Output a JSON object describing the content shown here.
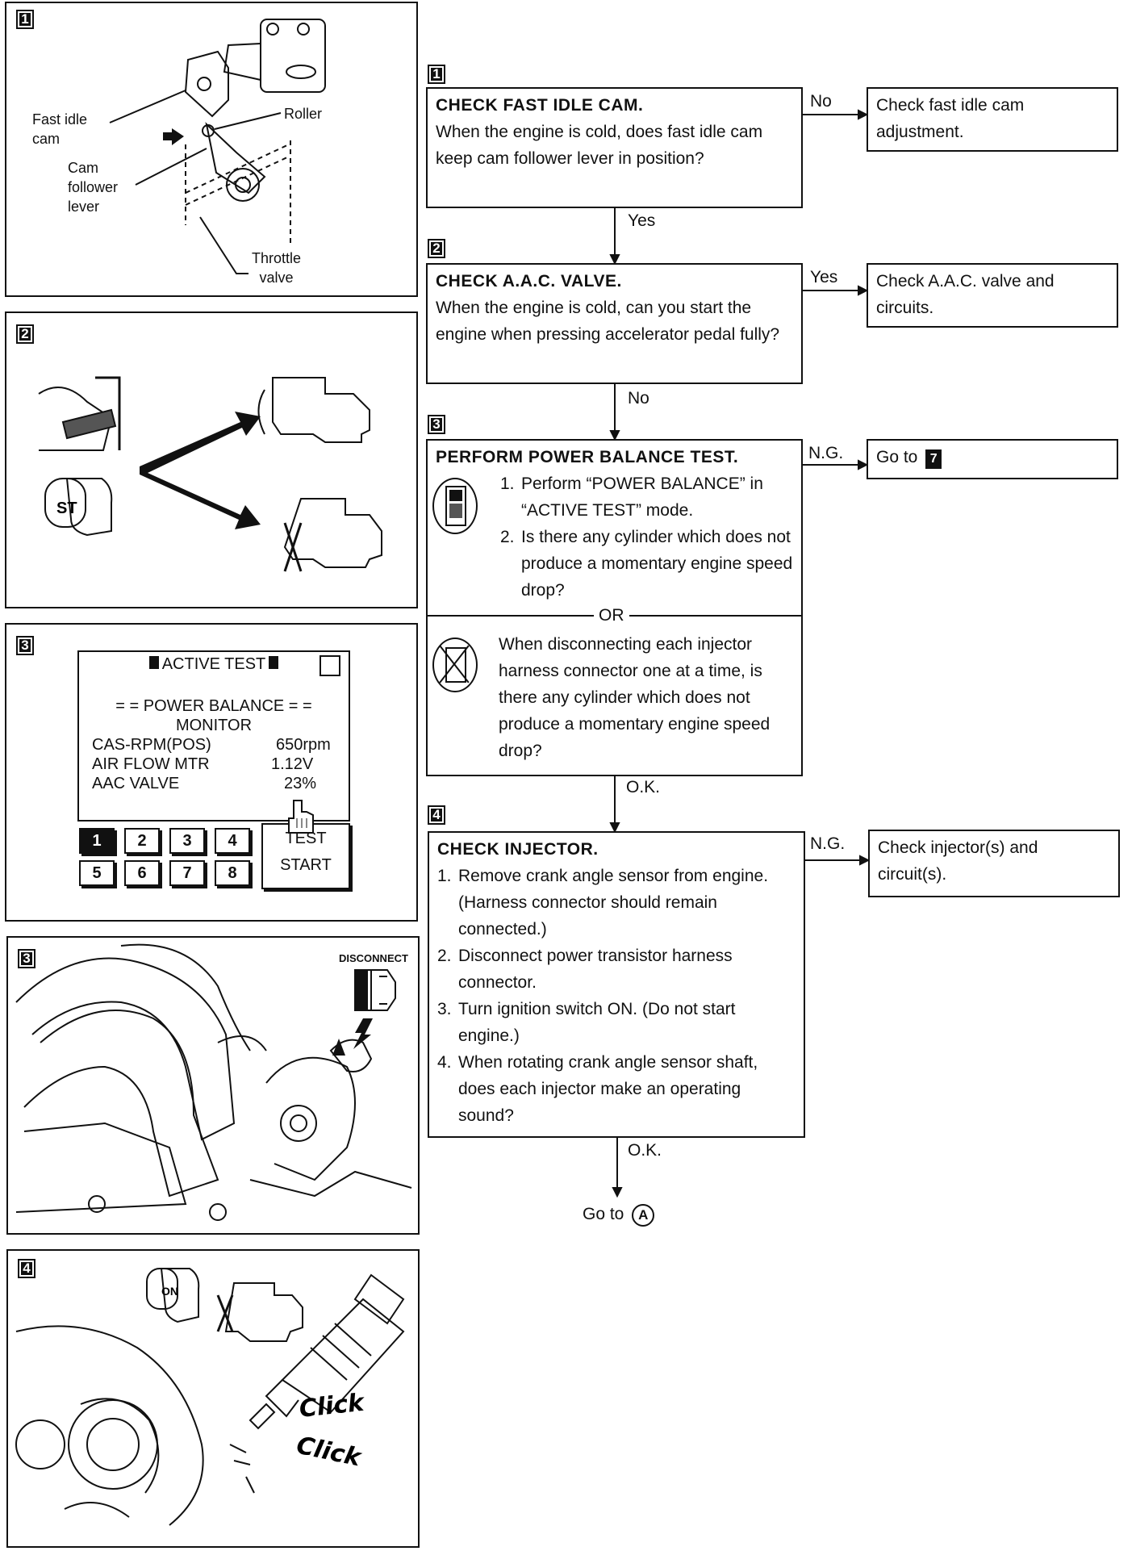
{
  "fig1": {
    "tag": "1",
    "fast_idle_cam": "Fast idle\ncam",
    "roller": "Roller",
    "cam_follower_lever": "Cam\nfollower\nlever",
    "throttle_valve": "Throttle\nvalve"
  },
  "fig2": {
    "tag": "2",
    "key_label": "ST"
  },
  "fig3": {
    "tag": "3",
    "header": "ACTIVE TEST",
    "line1": "= = POWER BALANCE = =",
    "line2": "MONITOR",
    "rows": [
      {
        "name": "CAS-RPM(POS)",
        "value": "650rpm"
      },
      {
        "name": "AIR FLOW MTR",
        "value": "1.12V"
      },
      {
        "name": "AAC VALVE",
        "value": "23%"
      }
    ],
    "keys": [
      "1",
      "2",
      "3",
      "4",
      "5",
      "6",
      "7",
      "8"
    ],
    "test_label": "TEST",
    "start_label": "START"
  },
  "fig3b": {
    "tag": "3",
    "disconnect": "DISCONNECT"
  },
  "fig4": {
    "tag": "4",
    "key_label": "ON",
    "click1": "Click",
    "click2": "Click"
  },
  "flow": {
    "step1": {
      "tag": "1",
      "title": "CHECK FAST IDLE CAM.",
      "body": "When the engine is cold, does fast idle cam keep cam follower lever in position?",
      "no_label": "No",
      "no_result": "Check fast idle cam adjustment.",
      "yes_label": "Yes"
    },
    "step2": {
      "tag": "2",
      "title": "CHECK A.A.C. VALVE.",
      "body": "When the engine is cold, can you start the engine when pressing accelerator pedal fully?",
      "yes_label": "Yes",
      "yes_result": "Check A.A.C. valve and circuits.",
      "no_label": "No"
    },
    "step3": {
      "tag": "3",
      "title": "PERFORM POWER BALANCE TEST.",
      "items": [
        {
          "n": "1.",
          "text": "Perform “POWER BALANCE” in “ACTIVE TEST” mode."
        },
        {
          "n": "2.",
          "text": "Is there any cylinder which does not produce a momentary engine speed drop?"
        }
      ],
      "or": "OR",
      "alt": "When disconnecting each injector harness connector one at a time, is there any cylinder which does not produce a momentary engine speed drop?",
      "ng_label": "N.G.",
      "ng_result": "Go to",
      "ng_target": "7",
      "ok_label": "O.K."
    },
    "step4": {
      "tag": "4",
      "title": "CHECK INJECTOR.",
      "items": [
        {
          "n": "1.",
          "text": "Remove crank angle sensor from engine. (Harness connector should remain connected.)"
        },
        {
          "n": "2.",
          "text": "Disconnect power transistor harness connector."
        },
        {
          "n": "3.",
          "text": "Turn ignition switch ON. (Do not start engine.)"
        },
        {
          "n": "4.",
          "text": "When rotating crank angle sensor shaft, does each injector make an operating sound?"
        }
      ],
      "ng_label": "N.G.",
      "ng_result": "Check injector(s) and circuit(s).",
      "ok_label": "O.K."
    },
    "final": {
      "text": "Go to",
      "target": "A"
    }
  }
}
